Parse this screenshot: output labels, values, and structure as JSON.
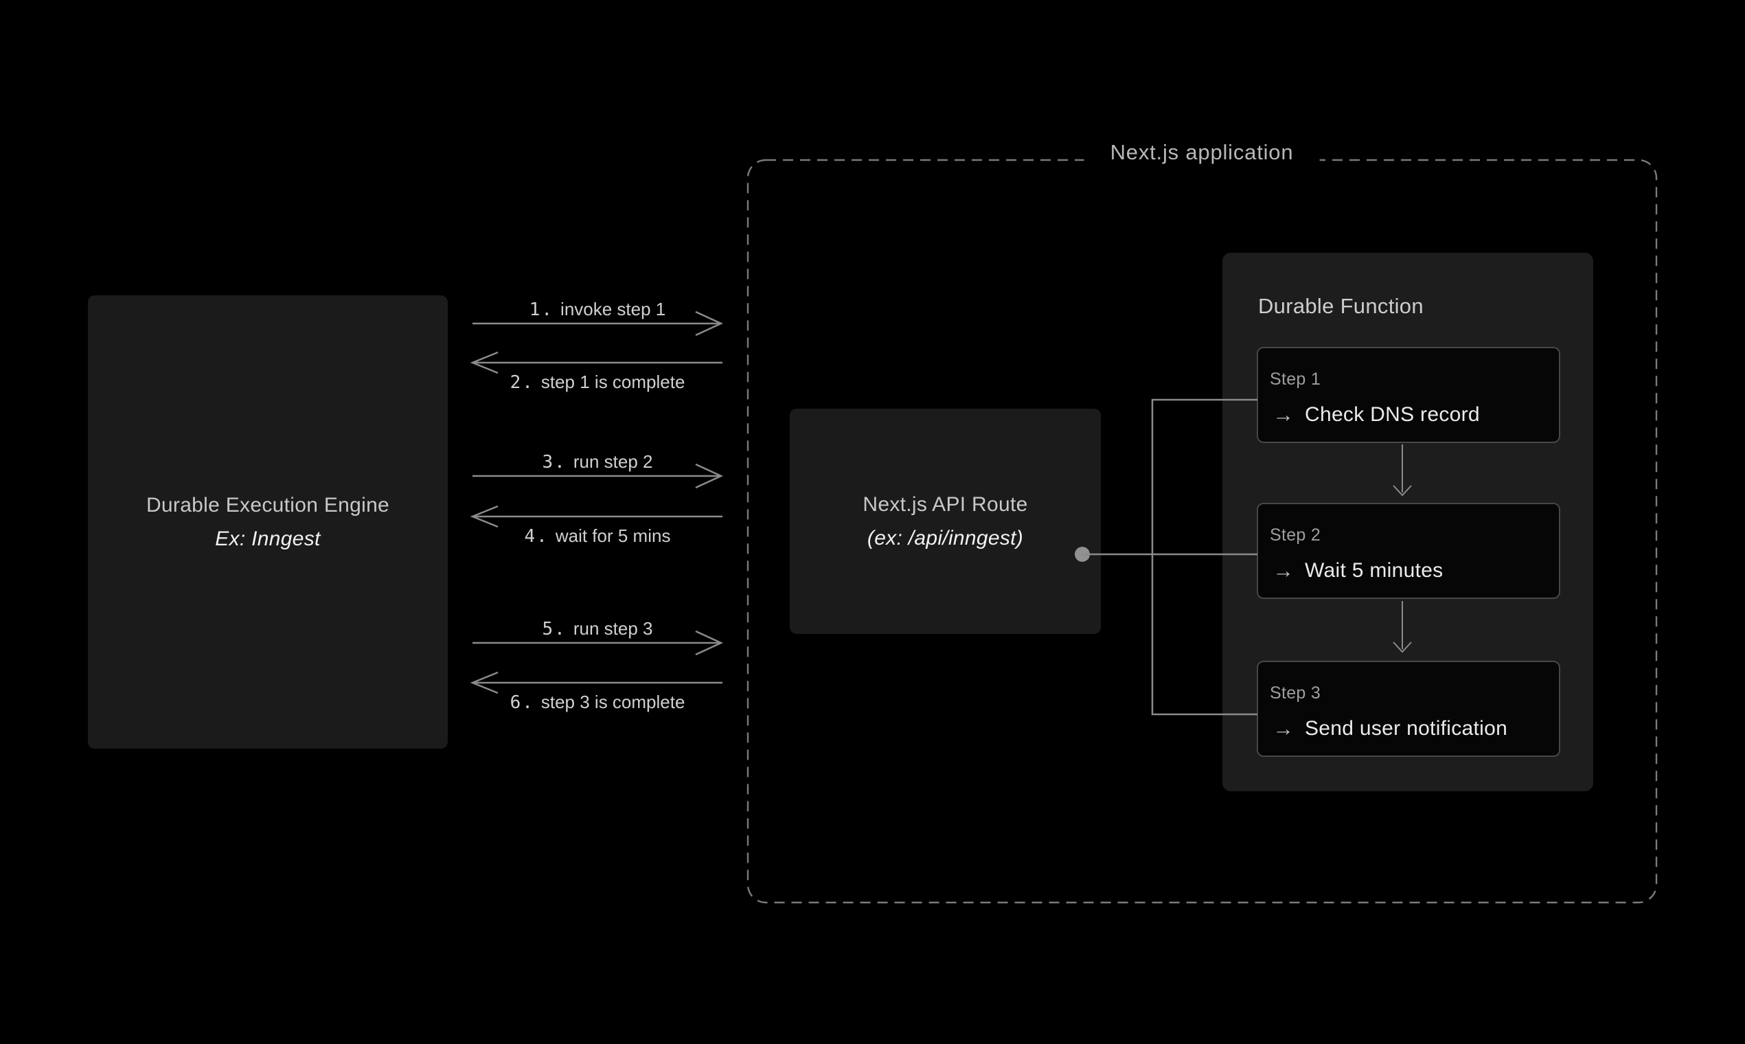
{
  "colors": {
    "bg": "#000000",
    "panel": "#1b1b1b",
    "panel-soft": "#1d1d1d",
    "step-bg": "#060606",
    "step-border": "#474747",
    "line-gray": "#8b8b8b",
    "dash-gray": "#7a7a7a",
    "text-gray": "#c8c8c8",
    "text-white": "#f2f2f2",
    "label-gray": "#d0d0d0",
    "muted-gray": "#b8b8b8",
    "step-label-gray": "#9e9e9e",
    "step-text": "#ebebeb",
    "icon-gray": "#bdbdbd"
  },
  "engine": {
    "title": "Durable Execution Engine",
    "subtitle": "Ex: Inngest"
  },
  "messages": [
    {
      "num": "1.",
      "text": "invoke step 1",
      "direction": "right"
    },
    {
      "num": "2.",
      "text": "step 1 is complete",
      "direction": "left"
    },
    {
      "num": "3.",
      "text": "run step 2",
      "direction": "right"
    },
    {
      "num": "4.",
      "text": "wait for 5 mins",
      "direction": "left"
    },
    {
      "num": "5.",
      "text": "run step 3",
      "direction": "right"
    },
    {
      "num": "6.",
      "text": "step 3 is complete",
      "direction": "left"
    }
  ],
  "app": {
    "label": "Next.js application"
  },
  "api": {
    "title": "Next.js API Route",
    "subtitle": "(ex: /api/inngest)"
  },
  "df": {
    "title": "Durable Function",
    "steps": [
      {
        "label": "Step 1",
        "arrow": "→",
        "action": "Check DNS record"
      },
      {
        "label": "Step 2",
        "arrow": "→",
        "action": "Wait 5 minutes"
      },
      {
        "label": "Step 3",
        "arrow": "→",
        "action": "Send user notification"
      }
    ]
  }
}
